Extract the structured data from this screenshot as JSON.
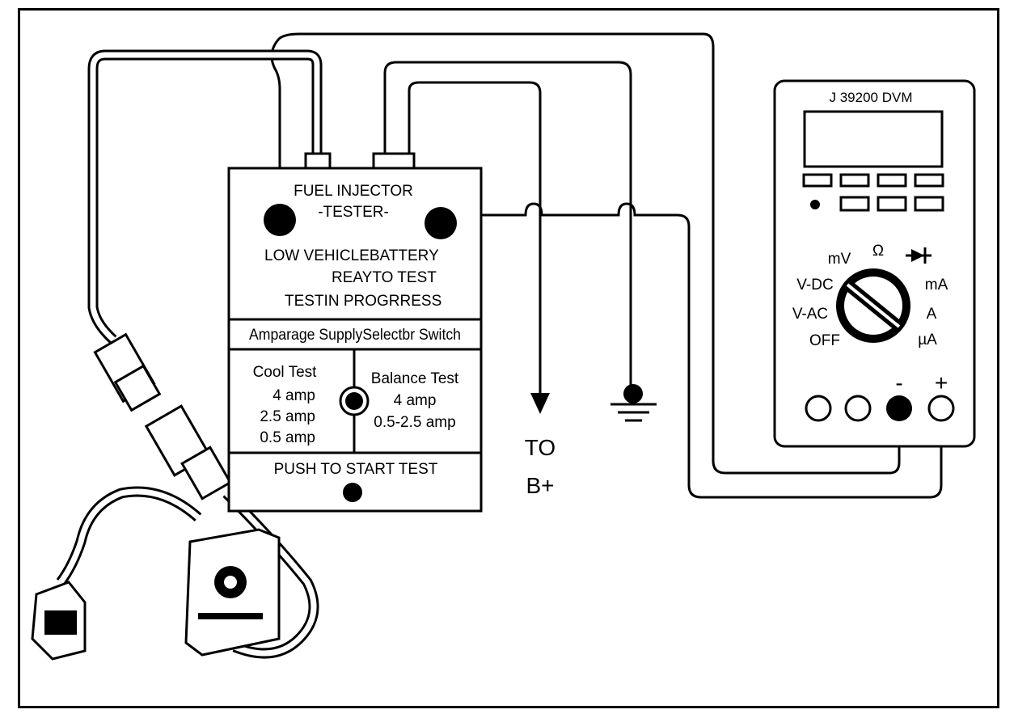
{
  "tester": {
    "title_line1": "FUEL INJECTOR",
    "title_line2": "-TESTER-",
    "status_line1": "LOW VEHICLEBATTERY",
    "status_line2": "REAYTO TEST",
    "status_line3": "TESTIN PROGRRESS",
    "selector_title": "Amparage SupplySelectbr Switch",
    "cool_test": {
      "label": "Cool Test",
      "values": [
        "4 amp",
        "2.5 amp",
        "0.5 amp"
      ]
    },
    "balance_test": {
      "label": "Balance Test",
      "values": [
        "4 amp",
        "0.5-2.5 amp"
      ]
    },
    "push_start_label": "PUSH TO START TEST"
  },
  "battery_lead": {
    "line1": "TO",
    "line2": "B+"
  },
  "dvm": {
    "title": "J 39200 DVM",
    "dial": {
      "mv": "mV",
      "ohm": "Ω",
      "vdc": "V-DC",
      "ma": "mA",
      "vac": "V-AC",
      "a": "A",
      "off": "OFF",
      "ua": "µA"
    },
    "terminal_minus": "-",
    "terminal_plus": "+"
  },
  "icons": {
    "ground": "ground-symbol-icon",
    "arrow": "arrow-down-icon",
    "diode": "diode-icon"
  }
}
